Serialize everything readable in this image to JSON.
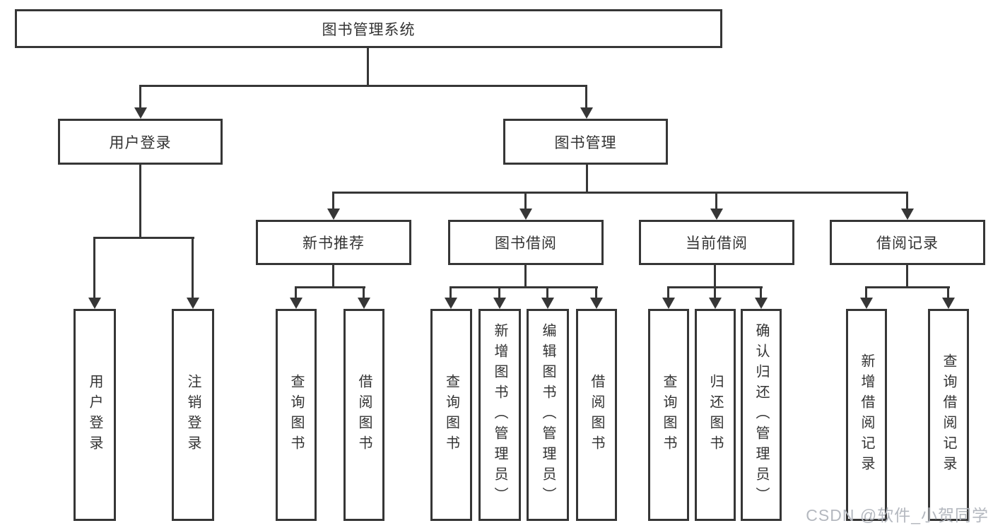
{
  "diagram": {
    "tree": {
      "label": "图书管理系统",
      "children": [
        {
          "label": "用户登录",
          "children": [
            {
              "label": "用户登录"
            },
            {
              "label": "注销登录"
            }
          ]
        },
        {
          "label": "图书管理",
          "children": [
            {
              "label": "新书推荐",
              "children": [
                {
                  "label": "查询图书"
                },
                {
                  "label": "借阅图书"
                }
              ]
            },
            {
              "label": "图书借阅",
              "children": [
                {
                  "label": "查询图书"
                },
                {
                  "label": "新增图书（管理员）"
                },
                {
                  "label": "编辑图书（管理员）"
                },
                {
                  "label": "借阅图书"
                }
              ]
            },
            {
              "label": "当前借阅",
              "children": [
                {
                  "label": "查询图书"
                },
                {
                  "label": "归还图书"
                },
                {
                  "label": "确认归还（管理员）"
                }
              ]
            },
            {
              "label": "借阅记录",
              "children": [
                {
                  "label": "新增借阅记录"
                },
                {
                  "label": "查询借阅记录"
                }
              ]
            }
          ]
        }
      ]
    },
    "watermark": "CSDN @软件_小贺同学",
    "colors": {
      "line": "#363636",
      "text": "#333333",
      "watermark": "#b4b8bf",
      "background": "#ffffff"
    }
  }
}
